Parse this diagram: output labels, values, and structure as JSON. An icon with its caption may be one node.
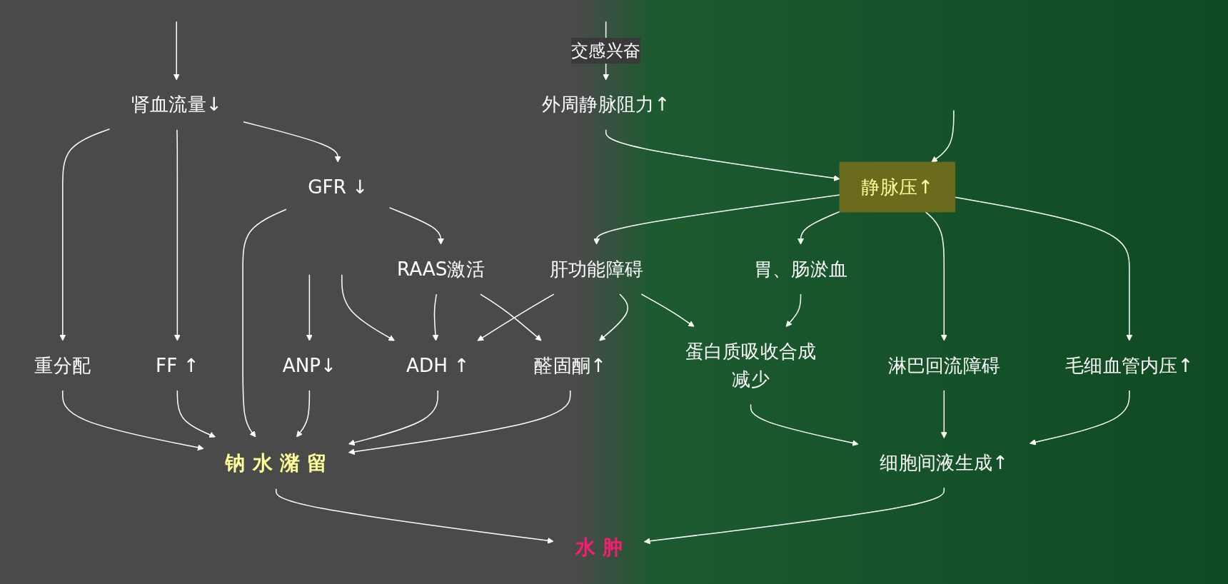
{
  "diagram": {
    "nodes": [
      {
        "text": [
          "ANP↓"
        ]
      },
      {
        "text": [
          "肾血流量↓"
        ]
      },
      {
        "text": [
          "外周静脉阻力↑"
        ]
      },
      {
        "text": [
          "静脉压↑"
        ]
      },
      {
        "text": [
          "重分配"
        ]
      },
      {
        "text": [
          "肝功能障碍"
        ]
      },
      {
        "text": [
          "胃、肠淤血"
        ]
      },
      {
        "text": [
          "淋巴回流障碍"
        ]
      },
      {
        "text": [
          "GFR ↓"
        ]
      },
      {
        "text": [
          "ADH ↑"
        ]
      },
      {
        "text": [
          "蛋白质吸收合成减少"
        ]
      },
      {
        "text": [
          "FF ↑"
        ]
      },
      {
        "text": [
          "RAAS激活"
        ]
      },
      {
        "text": [
          "醛固酮↑"
        ]
      },
      {
        "text": [
          "毛细血管内压↑"
        ]
      },
      {
        "text": [
          "钠 水 潴 留"
        ]
      },
      {
        "text": [
          "水 肿"
        ]
      },
      {
        "text": [
          "细胞间液生成↑"
        ]
      }
    ],
    "edges": [
      {
        "from": null,
        "to": 0,
        "arrow": "to"
      },
      {
        "from": null,
        "to": 1,
        "arrow": "to"
      },
      {
        "from": null,
        "to": 9,
        "arrow": "to"
      },
      {
        "from": null,
        "to": 2,
        "arrow": "to",
        "label": "交感兴奋"
      },
      {
        "from": null,
        "to": 3,
        "arrow": "to"
      },
      {
        "from": 2,
        "to": 3,
        "arrow": "to"
      },
      {
        "from": 3,
        "to": 5,
        "arrow": "to"
      },
      {
        "from": 3,
        "to": 6,
        "arrow": "to"
      },
      {
        "from": 3,
        "to": 7,
        "arrow": "to"
      },
      {
        "from": 3,
        "to": 14,
        "arrow": "to"
      },
      {
        "from": 1,
        "to": 4,
        "arrow": "to"
      },
      {
        "from": 1,
        "to": 11,
        "arrow": "to"
      },
      {
        "from": 1,
        "to": 8,
        "arrow": "to"
      },
      {
        "from": 5,
        "to": 9,
        "arrow": "to"
      },
      {
        "from": 5,
        "to": 13,
        "arrow": "to"
      },
      {
        "from": 5,
        "to": 10,
        "arrow": "to"
      },
      {
        "from": 6,
        "to": 10,
        "arrow": "to"
      },
      {
        "from": 8,
        "to": 15,
        "arrow": "to"
      },
      {
        "from": 8,
        "to": 12,
        "arrow": "to"
      },
      {
        "from": 12,
        "to": 9,
        "arrow": "to"
      },
      {
        "from": 12,
        "to": 13,
        "arrow": "to"
      },
      {
        "from": 4,
        "to": 15,
        "arrow": "to"
      },
      {
        "from": 11,
        "to": 15,
        "arrow": "to"
      },
      {
        "from": 9,
        "to": 15,
        "arrow": "to"
      },
      {
        "from": 13,
        "to": 15,
        "arrow": "to"
      },
      {
        "from": 0,
        "to": 15,
        "arrow": "to"
      },
      {
        "from": 15,
        "to": 16,
        "arrow": "to"
      },
      {
        "from": 10,
        "to": 17,
        "arrow": "to"
      },
      {
        "from": 14,
        "to": 17,
        "arrow": "to"
      },
      {
        "from": 7,
        "to": 17,
        "arrow": "to"
      },
      {
        "from": 17,
        "to": 16,
        "arrow": "to"
      }
    ]
  }
}
